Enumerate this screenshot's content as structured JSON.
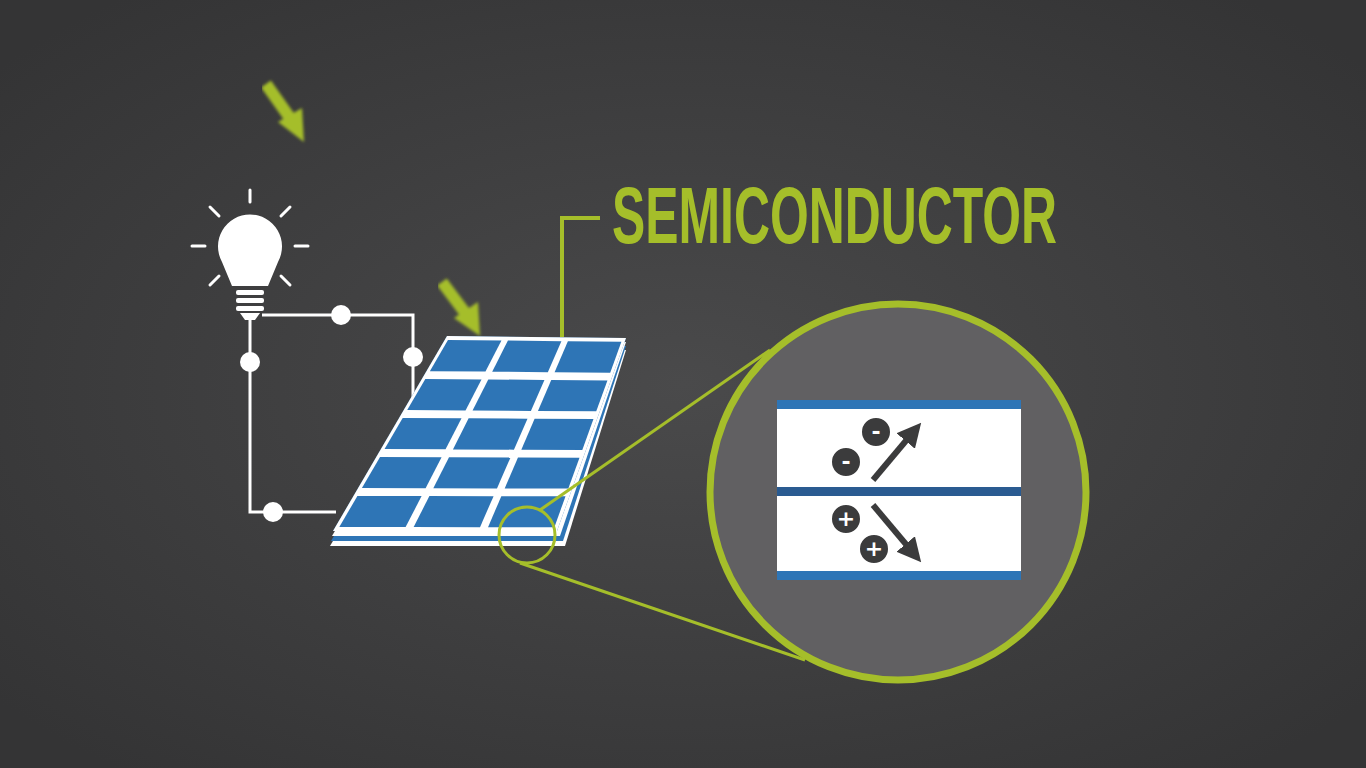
{
  "diagram": {
    "nodes": [
      {
        "text": [
          "-"
        ]
      },
      {
        "text": [
          "-"
        ]
      },
      {
        "text": [
          "+"
        ]
      },
      {
        "text": [
          "+"
        ]
      }
    ],
    "labels": [
      "SEMICONDUCTOR"
    ]
  }
}
